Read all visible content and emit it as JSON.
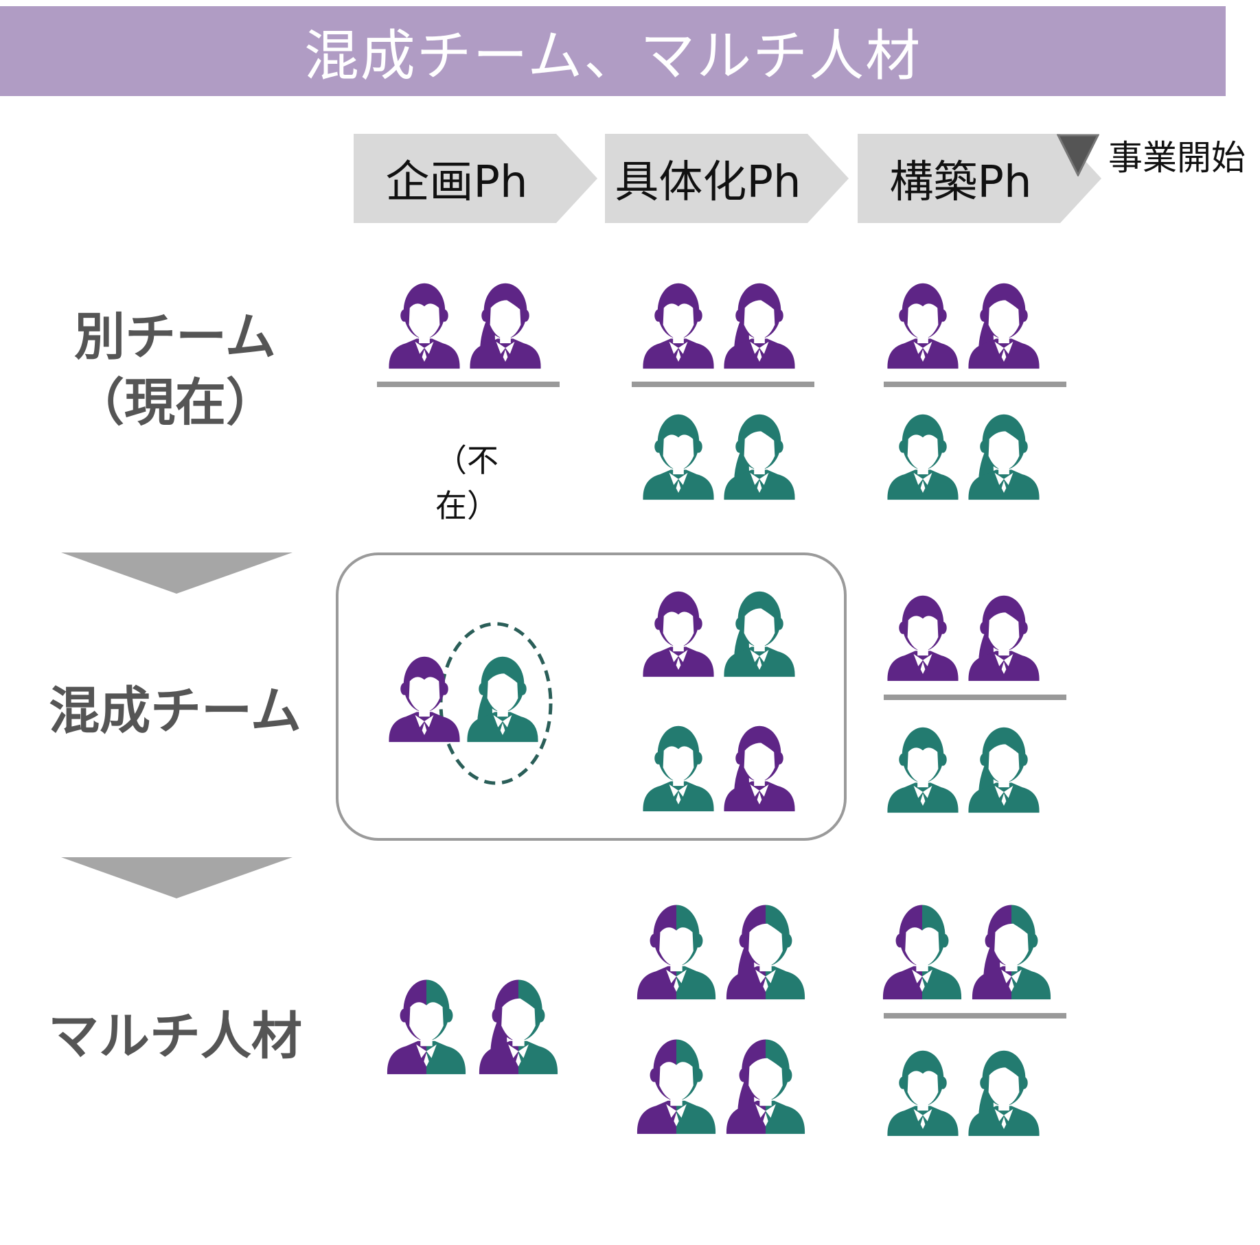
{
  "title": "混成チーム、マルチ人材",
  "phases": [
    "企画Ph",
    "具体化Ph",
    "構築Ph"
  ],
  "milestone": "事業開始",
  "rows": {
    "separate": {
      "label_line1": "別チーム",
      "label_line2": "（現在）",
      "absent": "（不在）"
    },
    "mixed": {
      "label": "混成チーム"
    },
    "multi": {
      "label": "マルチ人材"
    }
  },
  "colors": {
    "purple": "#5e2586",
    "teal": "#237b70",
    "header": "#b09cc4",
    "phase": "#d9d9d9",
    "divider": "#999999"
  },
  "icon_groups": [
    {
      "row": "separate",
      "phase": "企画Ph",
      "top": [
        "purple-man",
        "purple-woman"
      ],
      "bottom": []
    },
    {
      "row": "separate",
      "phase": "具体化Ph",
      "top": [
        "purple-man",
        "purple-woman"
      ],
      "bottom": [
        "teal-man",
        "teal-woman"
      ]
    },
    {
      "row": "separate",
      "phase": "構築Ph",
      "top": [
        "purple-man",
        "purple-woman"
      ],
      "bottom": [
        "teal-man",
        "teal-woman"
      ]
    },
    {
      "row": "mixed",
      "phase": "企画Ph",
      "icons": [
        "purple-man",
        "teal-woman"
      ]
    },
    {
      "row": "mixed",
      "phase": "具体化Ph",
      "top": [
        "purple-man",
        "teal-woman"
      ],
      "bottom": [
        "teal-man",
        "purple-woman"
      ]
    },
    {
      "row": "mixed",
      "phase": "構築Ph",
      "top": [
        "purple-man",
        "purple-woman"
      ],
      "bottom": [
        "teal-man",
        "teal-woman"
      ]
    },
    {
      "row": "multi",
      "phase": "企画Ph",
      "icons": [
        "split-man",
        "split-woman"
      ]
    },
    {
      "row": "multi",
      "phase": "具体化Ph",
      "top": [
        "split-man",
        "split-woman"
      ],
      "bottom": [
        "split-man",
        "split-woman"
      ]
    },
    {
      "row": "multi",
      "phase": "構築Ph",
      "top": [
        "split-man",
        "split-woman"
      ],
      "bottom": [
        "teal-man",
        "teal-woman"
      ]
    }
  ]
}
